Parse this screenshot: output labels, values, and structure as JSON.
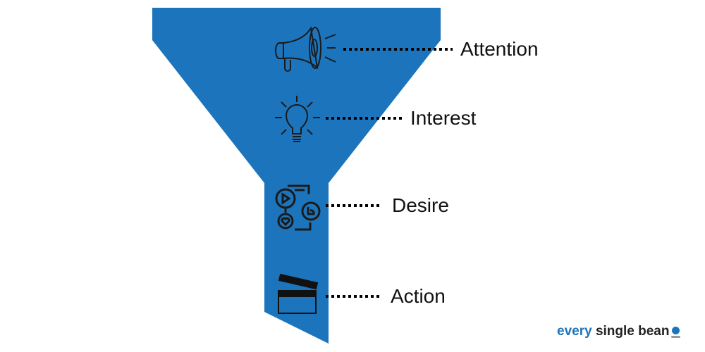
{
  "colors": {
    "funnel": "#1c75bc",
    "icon": "#1a1a1a",
    "dots": "#000000"
  },
  "stages": [
    {
      "label": "Attention",
      "icon": "megaphone-icon"
    },
    {
      "label": "Interest",
      "icon": "lightbulb-icon"
    },
    {
      "label": "Desire",
      "icon": "social-media-icon"
    },
    {
      "label": "Action",
      "icon": "clapperboard-icon"
    }
  ],
  "logo": {
    "part1": "every",
    "part2": "single bean"
  }
}
